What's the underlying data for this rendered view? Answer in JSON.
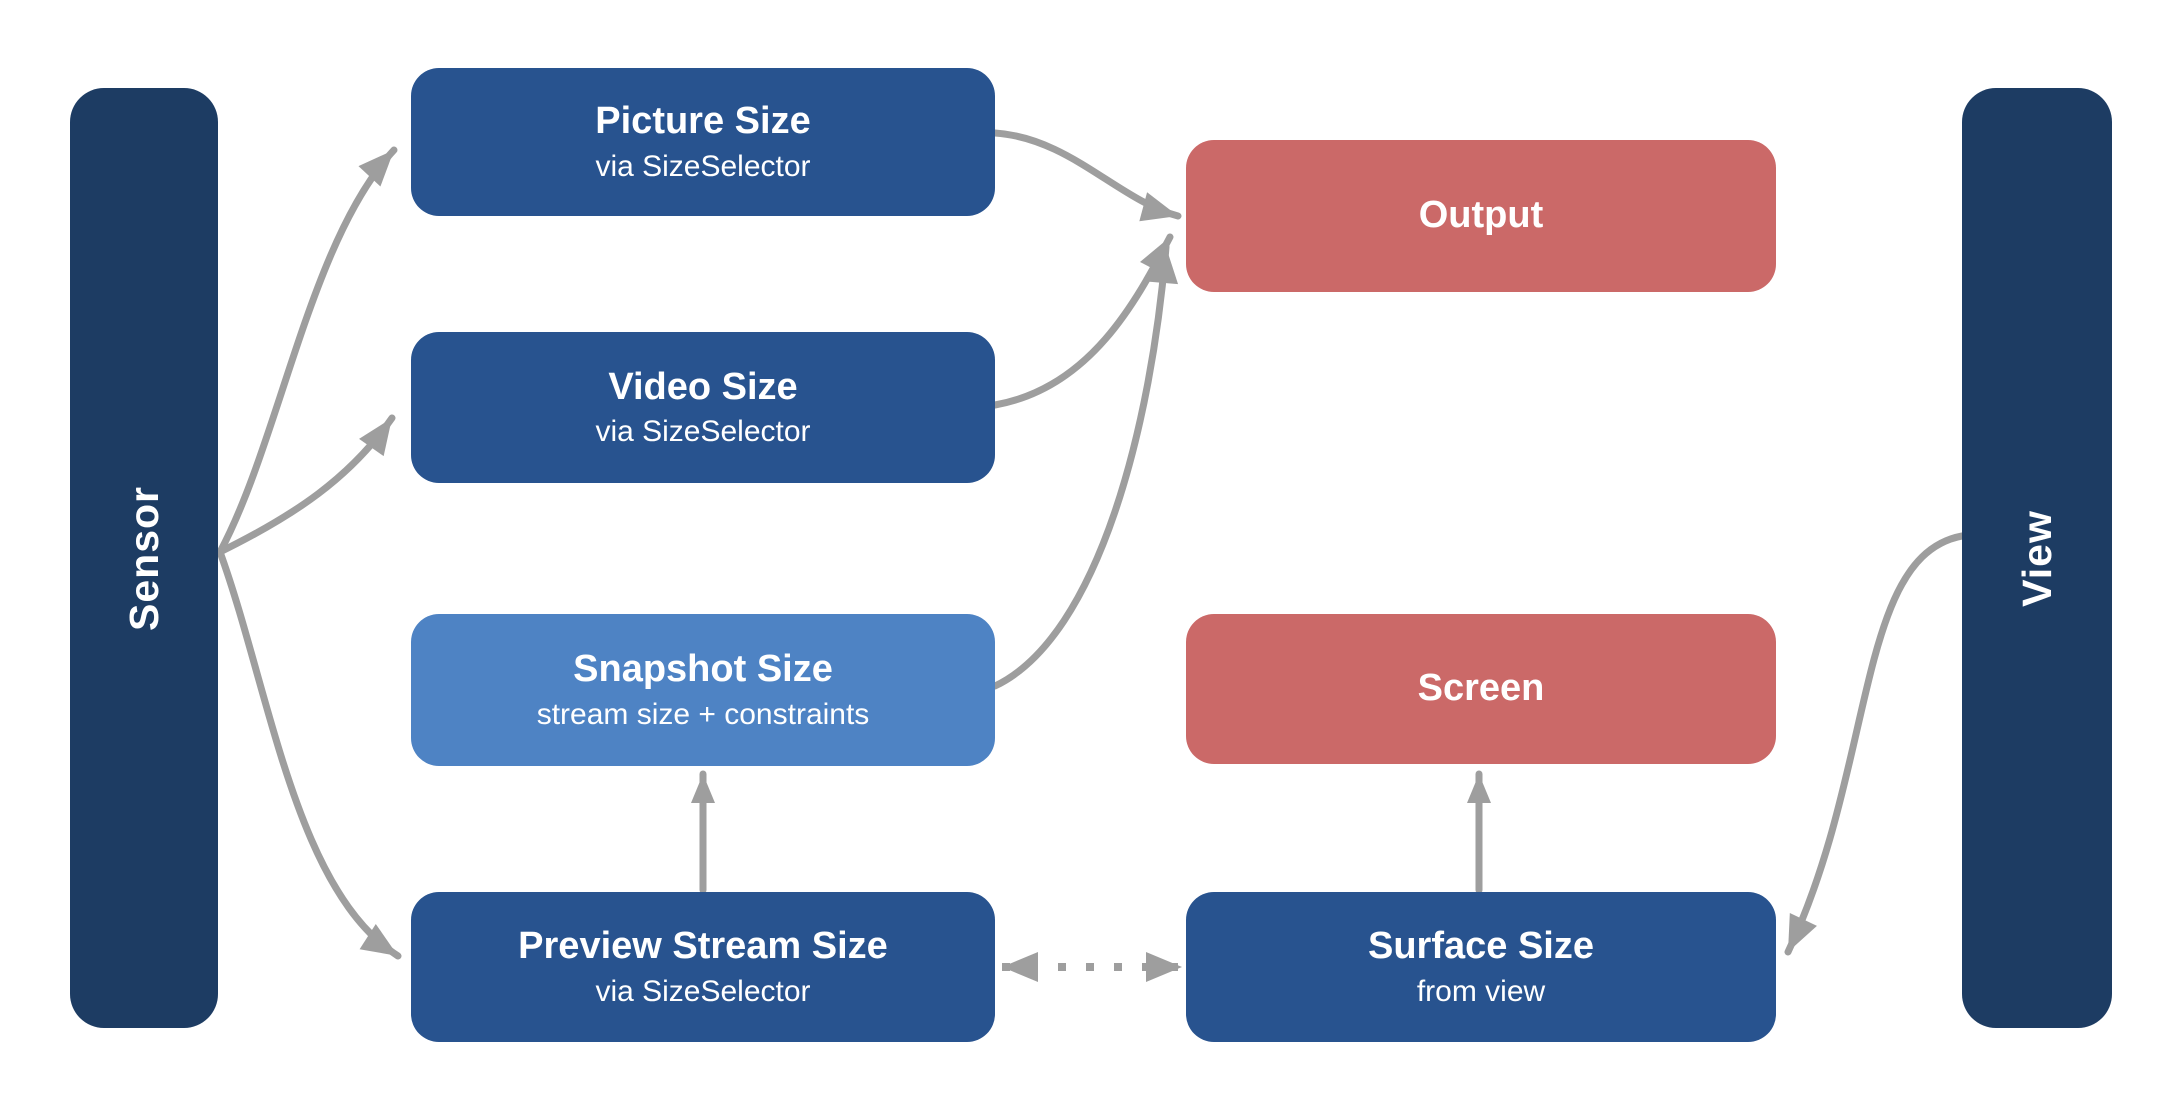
{
  "rails": {
    "sensor": {
      "label": "Sensor"
    },
    "view": {
      "label": "View"
    }
  },
  "nodes": {
    "picture": {
      "title": "Picture Size",
      "subtitle": "via SizeSelector"
    },
    "video": {
      "title": "Video Size",
      "subtitle": "via SizeSelector"
    },
    "snapshot": {
      "title": "Snapshot Size",
      "subtitle": "stream size + constraints"
    },
    "preview": {
      "title": "Preview Stream Size",
      "subtitle": "via SizeSelector"
    },
    "output": {
      "title": "Output"
    },
    "screen": {
      "title": "Screen"
    },
    "surface": {
      "title": "Surface Size",
      "subtitle": "from view"
    }
  },
  "edges": [
    {
      "from": "sensor",
      "to": "picture",
      "style": "solid-curve",
      "bidirectional": false
    },
    {
      "from": "sensor",
      "to": "video",
      "style": "solid-curve",
      "bidirectional": false
    },
    {
      "from": "sensor",
      "to": "preview",
      "style": "solid-curve",
      "bidirectional": false
    },
    {
      "from": "picture",
      "to": "output",
      "style": "solid-curve",
      "bidirectional": false
    },
    {
      "from": "video",
      "to": "output",
      "style": "solid-curve",
      "bidirectional": false
    },
    {
      "from": "snapshot",
      "to": "output",
      "style": "solid-curve",
      "bidirectional": false
    },
    {
      "from": "preview",
      "to": "snapshot",
      "style": "solid-straight",
      "bidirectional": false
    },
    {
      "from": "surface",
      "to": "screen",
      "style": "solid-straight",
      "bidirectional": false
    },
    {
      "from": "preview",
      "to": "surface",
      "style": "dotted",
      "bidirectional": true
    },
    {
      "from": "view",
      "to": "surface",
      "style": "solid-curve",
      "bidirectional": false
    }
  ],
  "colors": {
    "background": "#ffffff",
    "rail": "#1d3c63",
    "node_blue": "#28538f",
    "node_light_blue": "#4e83c4",
    "node_red": "#cb6968",
    "arrow": "#9e9e9e",
    "text": "#ffffff"
  }
}
